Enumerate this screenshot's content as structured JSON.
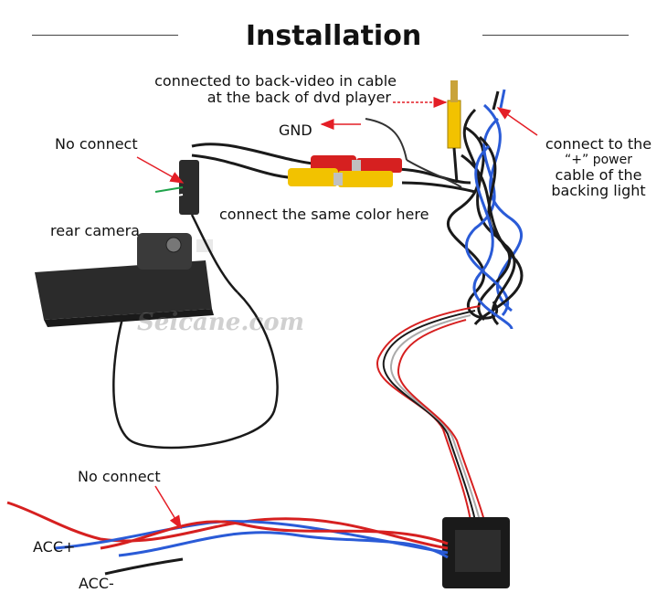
{
  "title": "Installation",
  "labels": {
    "back_video_line1": "connected to back-video in cable",
    "back_video_line2": "at the back of dvd player",
    "gnd": "GND",
    "no_connect_top": "No connect",
    "power_line1": "connect to the",
    "power_line2": "“+”  power",
    "power_line3": "cable of the",
    "power_line4": "backing light",
    "same_color": "connect the same color here",
    "rear_camera": "rear camera",
    "no_connect_bottom": "No connect",
    "acc_plus": "ACC+",
    "acc_minus": "ACC-"
  },
  "watermark": "Seicane.com",
  "colors": {
    "arrow": "#e41e26",
    "rca_yellow": "#f2c200",
    "rca_red": "#d62020",
    "cable_black": "#1a1a1a",
    "cable_blue": "#2a5bd7",
    "camera_body": "#2b2b2b"
  }
}
